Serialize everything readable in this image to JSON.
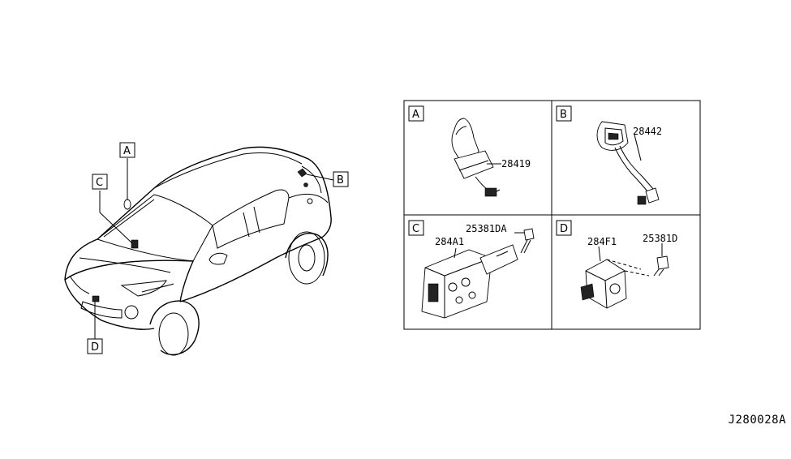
{
  "callouts": {
    "a": "A",
    "b": "B",
    "c": "C",
    "d": "D"
  },
  "panels": {
    "a": {
      "letter": "A",
      "part_number": "28419"
    },
    "b": {
      "letter": "B",
      "part_number": "28442"
    },
    "c": {
      "letter": "C",
      "part_numbers": [
        "25381DA",
        "284A1"
      ]
    },
    "d": {
      "letter": "D",
      "part_numbers": [
        "284F1",
        "25381D"
      ]
    }
  },
  "diagram_id": "J280028A"
}
